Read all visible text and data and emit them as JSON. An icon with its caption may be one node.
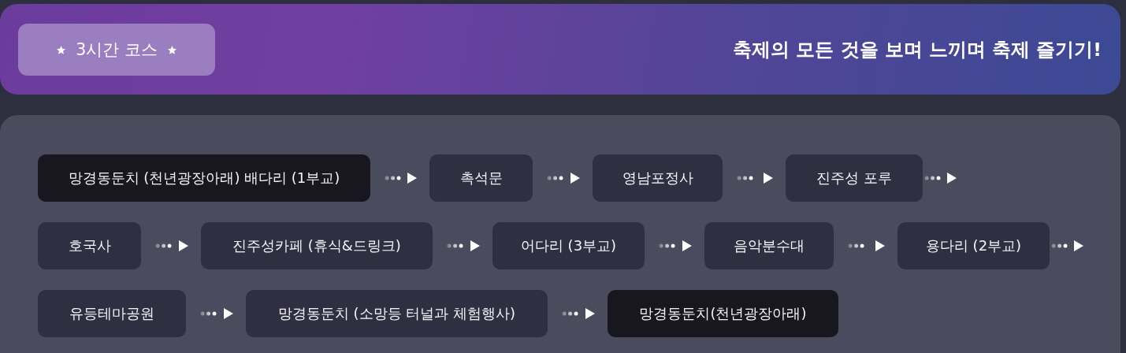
{
  "diagram": {
    "nodes": [
      {
        "text": [
          "축제의 모든 것을 보며 느끼며 축제 즐기기!"
        ]
      },
      {
        "text": [
          "3시간 코스"
        ],
        "in": 0
      },
      {
        "text": [],
        "shape": "box"
      },
      {
        "text": [
          "망경동둔치 (천년광장아래) 배다리 (1부교)"
        ],
        "in": 2
      },
      {
        "text": [
          "촉석문"
        ],
        "in": 2
      },
      {
        "text": [
          "영남포정사"
        ],
        "in": 2
      },
      {
        "text": [
          "진주성 포루"
        ],
        "in": 2
      },
      {
        "text": [
          "호국사"
        ],
        "in": 2
      },
      {
        "text": [
          "진주성카페 (휴식&드링크)"
        ],
        "in": 2
      },
      {
        "text": [
          "어다리 (3부교)"
        ],
        "in": 2
      },
      {
        "text": [
          "음악분수대"
        ],
        "in": 2
      },
      {
        "text": [
          "용다리 (2부교)"
        ],
        "in": 2
      },
      {
        "text": [
          "유등테마공원"
        ],
        "in": 2
      },
      {
        "text": [
          "망경동둔치 (소망등 터널과 체험행사)"
        ],
        "in": 2
      },
      {
        "text": [
          "망경동둔치(천년광장아래)"
        ],
        "in": 2
      }
    ],
    "edges": [
      {
        "from": 3,
        "to": 4,
        "arrow": "to"
      },
      {
        "from": 4,
        "to": 5,
        "arrow": "to"
      },
      {
        "from": 5,
        "to": 6,
        "arrow": "to"
      },
      {
        "from": 6,
        "to": null,
        "arrow": "to"
      },
      {
        "from": 7,
        "to": 8,
        "arrow": "to"
      },
      {
        "from": 8,
        "to": 9,
        "arrow": "to"
      },
      {
        "from": 9,
        "to": 10,
        "arrow": "to"
      },
      {
        "from": 10,
        "to": 11,
        "arrow": "to"
      },
      {
        "from": 11,
        "to": null,
        "arrow": "to"
      },
      {
        "from": 12,
        "to": 13,
        "arrow": "to"
      },
      {
        "from": 13,
        "to": 14,
        "arrow": "to"
      }
    ]
  }
}
